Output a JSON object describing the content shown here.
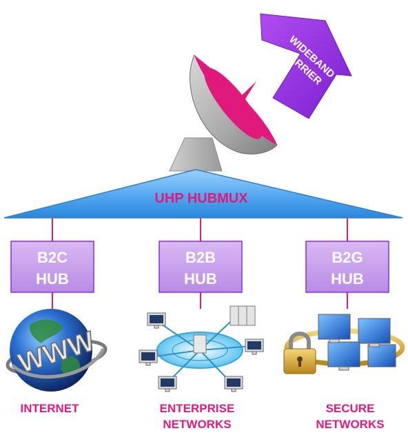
{
  "carrier": {
    "line1": "WIDEBAND",
    "line2": "CARRIER"
  },
  "hubmux": {
    "label": "UHP HUBMUX"
  },
  "hubs": [
    {
      "line1": "B2C",
      "line2": "HUB"
    },
    {
      "line1": "B2B",
      "line2": "HUB"
    },
    {
      "line1": "B2G",
      "line2": "HUB"
    }
  ],
  "outputs": [
    {
      "line1": "INTERNET",
      "line2": ""
    },
    {
      "line1": "ENTERPRISE",
      "line2": "NETWORKS"
    },
    {
      "line1": "SECURE",
      "line2": "NETWORKS"
    }
  ],
  "www_text": "WWW",
  "colors": {
    "accent_pink": "#e0197d",
    "hub_purple": "#8a2be2",
    "hub_fill": "#c9a0ec",
    "arrow_purple": "#9b30e8",
    "hubmux_blue": "#4aa3ee",
    "dish_gray": "#b9b9b9"
  },
  "icons": [
    "satellite-dish-icon",
    "globe-www-icon",
    "network-topology-icon",
    "secure-network-lock-icon"
  ]
}
